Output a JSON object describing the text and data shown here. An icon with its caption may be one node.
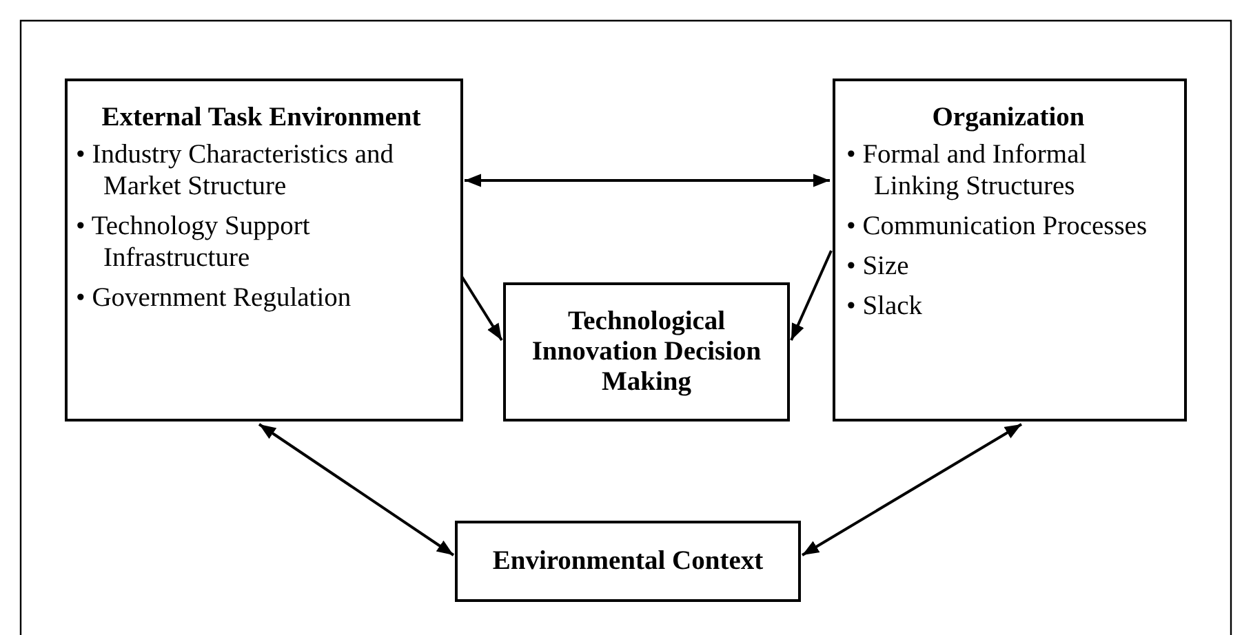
{
  "diagram": {
    "nodes": [
      {
        "text": [
          "External Task Environment",
          "• Industry Characteristics and Market Structure",
          "• Technology Support Infrastructure",
          "• Government Regulation"
        ]
      },
      {
        "text": [
          "Organization",
          "• Formal and Informal Linking Structures",
          "• Communication Processes",
          "• Size",
          "• Slack"
        ]
      },
      {
        "text": [
          "Technological Innovation Decision Making"
        ]
      },
      {
        "text": [
          "Environmental Context"
        ]
      }
    ],
    "edges": [
      {
        "from": 0,
        "to": 1,
        "arrow": "both"
      },
      {
        "from": 0,
        "to": 2,
        "arrow": "to"
      },
      {
        "from": 1,
        "to": 2,
        "arrow": "to"
      },
      {
        "from": 0,
        "to": 3,
        "arrow": "both"
      },
      {
        "from": 1,
        "to": 3,
        "arrow": "both"
      }
    ]
  }
}
